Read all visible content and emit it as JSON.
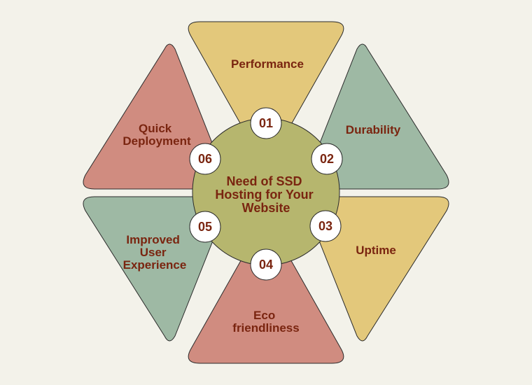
{
  "center": {
    "lines": [
      "Need of SSD",
      "Hosting for Your",
      "Website"
    ],
    "color": "#b6b66e"
  },
  "segments": [
    {
      "number": "01",
      "lines": [
        "Performance"
      ],
      "color": "#e3c87b"
    },
    {
      "number": "02",
      "lines": [
        "Durability"
      ],
      "color": "#9eb9a4"
    },
    {
      "number": "03",
      "lines": [
        "Uptime"
      ],
      "color": "#e3c87b"
    },
    {
      "number": "04",
      "lines": [
        "Eco",
        "friendliness"
      ],
      "color": "#d08c80"
    },
    {
      "number": "05",
      "lines": [
        "Improved",
        "User",
        "Experience"
      ],
      "color": "#9eb9a4"
    },
    {
      "number": "06",
      "lines": [
        "Quick",
        "Deployment"
      ],
      "color": "#d08c80"
    }
  ],
  "colors": {
    "background": "#f3f2ea",
    "text": "#7a2510",
    "outline": "#2b2b2b",
    "badge": "#ffffff"
  }
}
